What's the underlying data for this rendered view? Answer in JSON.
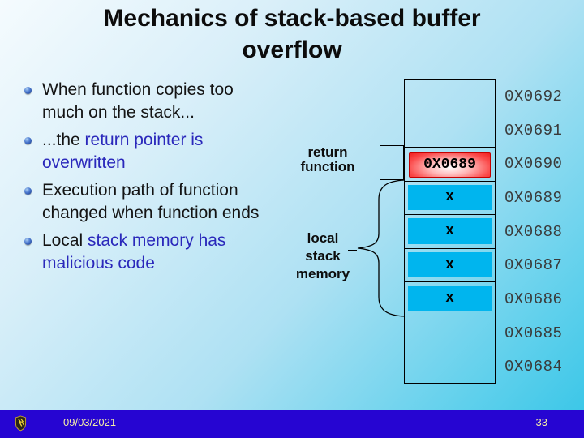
{
  "slide": {
    "title": "Mechanics of stack-based buffer overflow"
  },
  "bullets": [
    {
      "segments": [
        {
          "text": "When function copies too much on the stack...",
          "highlight": false
        }
      ]
    },
    {
      "segments": [
        {
          "text": "...the ",
          "highlight": false
        },
        {
          "text": "return pointer is overwritten",
          "highlight": true
        }
      ]
    },
    {
      "segments": [
        {
          "text": "Execution path of function changed when function ends",
          "highlight": false
        }
      ]
    },
    {
      "segments": [
        {
          "text": "Local ",
          "highlight": false
        },
        {
          "text": "stack memory has malicious code",
          "highlight": true
        }
      ]
    }
  ],
  "diagram": {
    "labels": {
      "return_function": "return\nfunction",
      "local_stack_memory": "local\nstack\nmemory"
    },
    "stack": {
      "rows": [
        {
          "address": "0X0692",
          "content": "",
          "type": "empty"
        },
        {
          "address": "0X0691",
          "content": "",
          "type": "empty"
        },
        {
          "address": "0X0690",
          "content": "0X0689",
          "type": "return"
        },
        {
          "address": "0X0689",
          "content": "x",
          "type": "data"
        },
        {
          "address": "0X0688",
          "content": "x",
          "type": "data"
        },
        {
          "address": "0X0687",
          "content": "x",
          "type": "data"
        },
        {
          "address": "0X0686",
          "content": "x",
          "type": "data"
        },
        {
          "address": "0X0685",
          "content": "",
          "type": "empty"
        },
        {
          "address": "0X0684",
          "content": "",
          "type": "empty"
        }
      ]
    }
  },
  "footer": {
    "date": "09/03/2021",
    "page": "33"
  },
  "colors": {
    "highlight_blue": "#2a28bb",
    "cell_cyan": "#00b5ee",
    "return_red": "#ee1111",
    "footer_bar": "#2605d2",
    "footer_text": "#f3eda6"
  }
}
